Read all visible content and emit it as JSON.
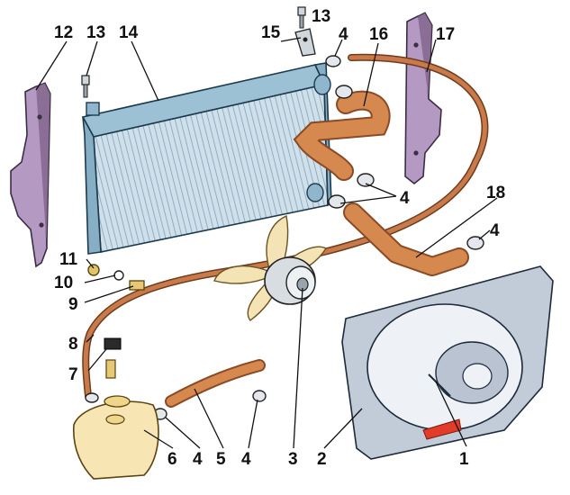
{
  "colors": {
    "radiator_core": "#c9dbe6",
    "radiator_frame": "#8fb6cc",
    "hose": "#c97a4a",
    "hose_shadow": "#8a4a26",
    "shroud_plate": "#b9c3d1",
    "fan_blade": "#f4e3b5",
    "reservoir": "#f7e6b4",
    "seal": "#9b7aa3",
    "accent_red": "#e23b2a"
  },
  "callouts": {
    "c1": "1",
    "c2": "2",
    "c3": "3",
    "c4a": "4",
    "c4b": "4",
    "c4c": "4",
    "c4d": "4",
    "c4e": "4",
    "c5": "5",
    "c6": "6",
    "c7": "7",
    "c8": "8",
    "c9": "9",
    "c10": "10",
    "c11": "11",
    "c12": "12",
    "c13a": "13",
    "c13b": "13",
    "c14": "14",
    "c15": "15",
    "c16": "16",
    "c17": "17",
    "c18": "18"
  }
}
